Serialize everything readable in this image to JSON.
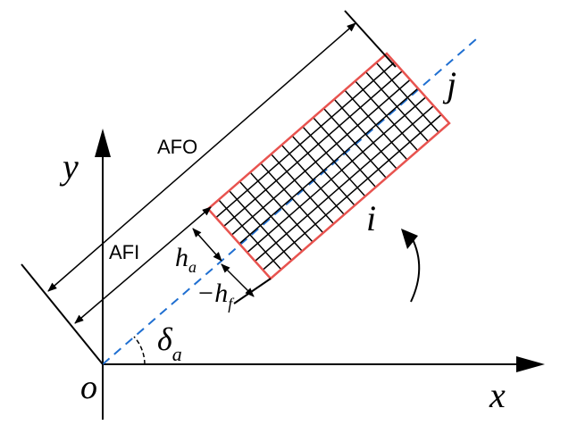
{
  "labels": {
    "afo": "AFO",
    "afi": "AFI",
    "x_axis": "x",
    "y_axis": "y",
    "origin": "o",
    "node_i": "i",
    "node_j": "j",
    "h_a_main": "h",
    "h_a_sub": "a",
    "h_f_prefix": "−h",
    "h_f_sub": "f",
    "delta_main": "δ",
    "delta_sub": "a"
  },
  "mesh": {
    "grid_color": "#000000",
    "border_color": "#e8534f"
  },
  "axis_line_color": "#1f6fd1"
}
